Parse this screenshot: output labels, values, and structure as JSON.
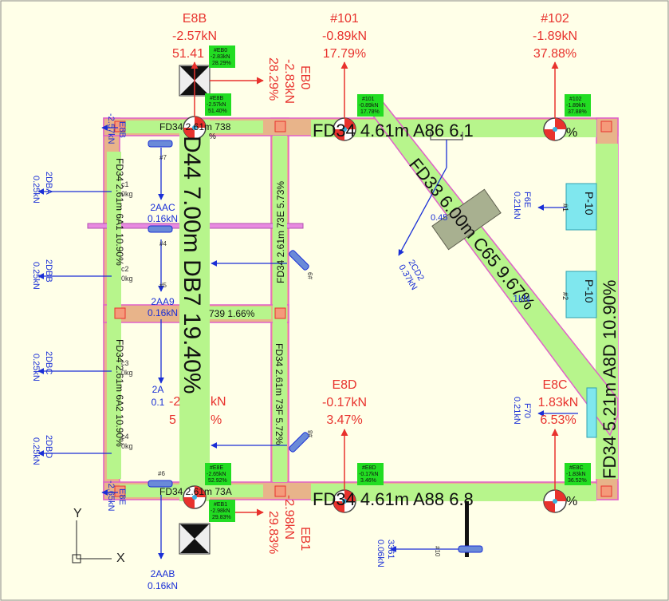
{
  "colors": {
    "background": "#ffffe8",
    "member_fill": "#b7f58c",
    "member_edge": "#e062c8",
    "joist": "#e8b48a",
    "reaction_red": "#e8322d",
    "load_blue": "#1a2fd6",
    "tag_green": "#22dd22",
    "plate_cyan": "#7fe7ee"
  },
  "top_reactions": [
    {
      "id": "E8B",
      "force": "-2.57kN",
      "pct": "51.41"
    },
    {
      "id": "#101",
      "force": "-0.89kN",
      "pct": "17.79%"
    },
    {
      "id": "#102",
      "force": "-1.89kN",
      "pct": "37.88%"
    }
  ],
  "side_reactions": [
    {
      "id": "EB0",
      "force": "-2.83kN",
      "pct": "28.29%"
    },
    {
      "id": "EB1",
      "force": "-2.98kN",
      "pct": "29.83%"
    }
  ],
  "mid_reactions": [
    {
      "id": "E8D",
      "force": "-0.17kN",
      "pct": "3.47%"
    },
    {
      "id": "E8C",
      "force": "1.83kN",
      "pct": "6.53%"
    }
  ],
  "tags": [
    {
      "name": "#EB0",
      "l1": "-2.83kN",
      "l2": "28.29%"
    },
    {
      "name": "#E8B",
      "l1": "-2.57kN",
      "l2": "51.40%"
    },
    {
      "name": "#101",
      "l1": "-0.89kN",
      "l2": "17.78%"
    },
    {
      "name": "#102",
      "l1": "-1.89kN",
      "l2": "37.88%"
    },
    {
      "name": "#E8E",
      "l1": "-2.65kN",
      "l2": "52.92%"
    },
    {
      "name": "#EB1",
      "l1": "-2.98kN",
      "l2": "29.83%"
    },
    {
      "name": "#E8D",
      "l1": "-0.17kN",
      "l2": "3.46%"
    },
    {
      "name": "#E8C",
      "l1": "-1.83kN",
      "l2": "36.52%"
    }
  ],
  "members": {
    "main_vertical": "D44  7.00m  DB7  19.40%",
    "diagonal": "FD33  6.00m  C65  9.67%",
    "right_vertical": "FD34  5.21m  A8D  10.90%",
    "top_beam": "FD34  4.61m  A86  6.1",
    "top_beam_pct": "%",
    "bottom_beam": "FD34  4.61m  A88  6.8",
    "bottom_beam_pct": "%",
    "left_top": "FD34  2.61m  6A1  10.90%",
    "left_bottom": "FD34  2.61m  6A2  10.90%",
    "mid_top": "FD34  2.61m  73E  5.73%",
    "mid_bottom": "FD34  2.61m  73F  5.72%",
    "top_left_beam": "FD34  2.61m  738",
    "top_left_pct": "%",
    "bottom_left_beam": "FD34  2.61m  73A",
    "cross_beam": "739  1.66%"
  },
  "side_labels": {
    "E8B": "E8B",
    "E8B_force": "-2.57kN",
    "E8E": "E8E",
    "E8E_force": "-2.65kN"
  },
  "left_loads": [
    {
      "id": "2DBA",
      "force": "0.25kN"
    },
    {
      "id": "2DBB",
      "force": "0.25kN"
    },
    {
      "id": "2DBC",
      "force": "0.25kN"
    },
    {
      "id": "2DBD",
      "force": "0.25kN"
    }
  ],
  "inner_loads": [
    {
      "id": "2AAC",
      "force": "0.16kN"
    },
    {
      "id": "2AA9",
      "force": "0.16kN"
    },
    {
      "id": "2A",
      "force": "0.1"
    },
    {
      "id": "2AAB",
      "force": "0.16kN"
    }
  ],
  "point_small": {
    "c1": "c1",
    "c1v": "0kg",
    "c2": "c2",
    "c2v": "0kg",
    "c3": "c3",
    "c3v": "0kg",
    "c4": "c4",
    "c4v": "0kg"
  },
  "right_loads": [
    {
      "id": "F6E",
      "force": "0.21kN"
    },
    {
      "id": "F70",
      "force": "0.21kN"
    }
  ],
  "plates": [
    "P-10",
    "P-10"
  ],
  "plate_ids": [
    "#1",
    "#2"
  ],
  "diag_load": {
    "id": "2CD2",
    "force": "0.37kN",
    "value": "0.45"
  },
  "bottom_load": {
    "id": "3361",
    "force": "0.06kN",
    "tag": "#10"
  },
  "hook_tags": [
    "#7",
    "#4",
    "#5",
    "#6",
    "#9",
    "#8"
  ],
  "partial": {
    "r1": "-2",
    "r2": "kN",
    "r3": "5",
    "r4": "%",
    "r5": ".1kN"
  },
  "axes": {
    "x": "X",
    "y": "Y"
  }
}
